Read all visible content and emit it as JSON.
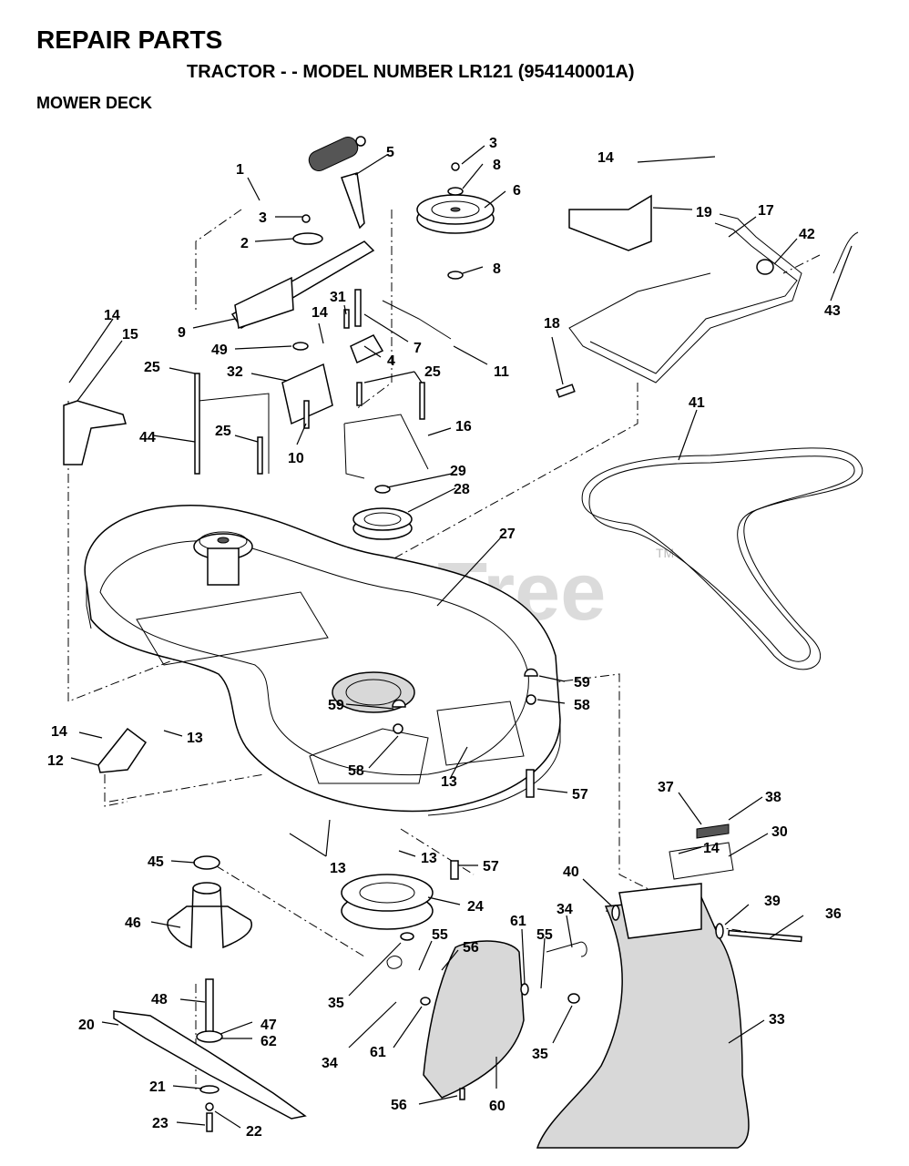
{
  "header": {
    "title": "REPAIR PARTS",
    "subtitle": "TRACTOR - - MODEL NUMBER LR121 (954140001A)",
    "section": "MOWER DECK"
  },
  "watermark": {
    "text": "PartsTree",
    "tm": "TM"
  },
  "callouts": [
    {
      "id": "c1",
      "label": "1"
    },
    {
      "id": "c2",
      "label": "2"
    },
    {
      "id": "c3a",
      "label": "3"
    },
    {
      "id": "c3b",
      "label": "3"
    },
    {
      "id": "c4",
      "label": "4"
    },
    {
      "id": "c5",
      "label": "5"
    },
    {
      "id": "c6",
      "label": "6"
    },
    {
      "id": "c7",
      "label": "7"
    },
    {
      "id": "c8a",
      "label": "8"
    },
    {
      "id": "c8b",
      "label": "8"
    },
    {
      "id": "c9",
      "label": "9"
    },
    {
      "id": "c10",
      "label": "10"
    },
    {
      "id": "c11",
      "label": "11"
    },
    {
      "id": "c12",
      "label": "12"
    },
    {
      "id": "c13a",
      "label": "13"
    },
    {
      "id": "c13b",
      "label": "13"
    },
    {
      "id": "c13c",
      "label": "13"
    },
    {
      "id": "c13d",
      "label": "13"
    },
    {
      "id": "c14a",
      "label": "14"
    },
    {
      "id": "c14b",
      "label": "14"
    },
    {
      "id": "c14c",
      "label": "14"
    },
    {
      "id": "c14d",
      "label": "14"
    },
    {
      "id": "c14e",
      "label": "14"
    },
    {
      "id": "c15",
      "label": "15"
    },
    {
      "id": "c16",
      "label": "16"
    },
    {
      "id": "c17",
      "label": "17"
    },
    {
      "id": "c18",
      "label": "18"
    },
    {
      "id": "c19",
      "label": "19"
    },
    {
      "id": "c20",
      "label": "20"
    },
    {
      "id": "c21",
      "label": "21"
    },
    {
      "id": "c22",
      "label": "22"
    },
    {
      "id": "c23",
      "label": "23"
    },
    {
      "id": "c24",
      "label": "24"
    },
    {
      "id": "c25a",
      "label": "25"
    },
    {
      "id": "c25b",
      "label": "25"
    },
    {
      "id": "c25c",
      "label": "25"
    },
    {
      "id": "c27",
      "label": "27"
    },
    {
      "id": "c28",
      "label": "28"
    },
    {
      "id": "c29",
      "label": "29"
    },
    {
      "id": "c30",
      "label": "30"
    },
    {
      "id": "c31",
      "label": "31"
    },
    {
      "id": "c32",
      "label": "32"
    },
    {
      "id": "c33",
      "label": "33"
    },
    {
      "id": "c34a",
      "label": "34"
    },
    {
      "id": "c34b",
      "label": "34"
    },
    {
      "id": "c35a",
      "label": "35"
    },
    {
      "id": "c35b",
      "label": "35"
    },
    {
      "id": "c36",
      "label": "36"
    },
    {
      "id": "c37",
      "label": "37"
    },
    {
      "id": "c38",
      "label": "38"
    },
    {
      "id": "c39",
      "label": "39"
    },
    {
      "id": "c40",
      "label": "40"
    },
    {
      "id": "c41",
      "label": "41"
    },
    {
      "id": "c42",
      "label": "42"
    },
    {
      "id": "c43",
      "label": "43"
    },
    {
      "id": "c44",
      "label": "44"
    },
    {
      "id": "c45",
      "label": "45"
    },
    {
      "id": "c46",
      "label": "46"
    },
    {
      "id": "c47",
      "label": "47"
    },
    {
      "id": "c48",
      "label": "48"
    },
    {
      "id": "c49",
      "label": "49"
    },
    {
      "id": "c55a",
      "label": "55"
    },
    {
      "id": "c55b",
      "label": "55"
    },
    {
      "id": "c56a",
      "label": "56"
    },
    {
      "id": "c56b",
      "label": "56"
    },
    {
      "id": "c57a",
      "label": "57"
    },
    {
      "id": "c57b",
      "label": "57"
    },
    {
      "id": "c58a",
      "label": "58"
    },
    {
      "id": "c58b",
      "label": "58"
    },
    {
      "id": "c59a",
      "label": "59"
    },
    {
      "id": "c59b",
      "label": "59"
    },
    {
      "id": "c60",
      "label": "60"
    },
    {
      "id": "c61a",
      "label": "61"
    },
    {
      "id": "c61b",
      "label": "61"
    },
    {
      "id": "c62",
      "label": "62"
    }
  ]
}
